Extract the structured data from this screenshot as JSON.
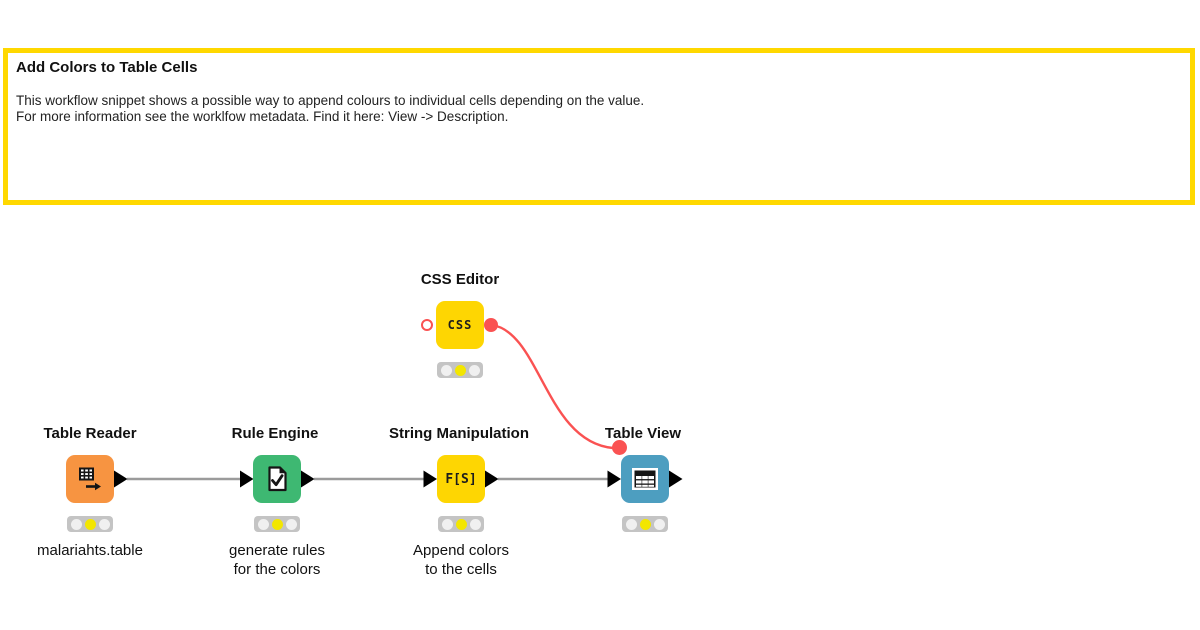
{
  "annotation": {
    "title": "Add Colors to Table Cells",
    "body_line1": "This workflow snippet shows a possible way to append colours to individual cells depending on the value.",
    "body_line2": "For more information see the worklfow metadata. Find it here: View -> Description.",
    "border_color": "#FFD800"
  },
  "nodes": {
    "css_editor": {
      "title": "CSS Editor",
      "icon_text": "CSS",
      "color": "#FED602",
      "state": "configured"
    },
    "table_reader": {
      "title": "Table Reader",
      "color": "#F79441",
      "label": "malariahts.table",
      "state": "configured"
    },
    "rule_engine": {
      "title": "Rule Engine",
      "color": "#3EB872",
      "label_line1": "generate rules",
      "label_line2": "for the colors",
      "state": "configured"
    },
    "string_manipulation": {
      "title": "String Manipulation",
      "icon_text": "F[S]",
      "color": "#FED602",
      "label_line1": "Append colors",
      "label_line2": "to the cells",
      "state": "configured"
    },
    "table_view": {
      "title": "Table View",
      "color": "#4D9EC0",
      "state": "configured"
    }
  },
  "traffic_light": {
    "background": "#C4C4C4",
    "inactive_color": "#F0F0F0",
    "active_color": "#F3E600",
    "active_position": "middle"
  },
  "connections": {
    "data_line_color": "#9B9B9B",
    "data_port_color": "#000000",
    "flow_variable_color": "#FA5252",
    "edges": [
      {
        "from": "Table Reader",
        "to": "Rule Engine",
        "type": "data"
      },
      {
        "from": "Rule Engine",
        "to": "String Manipulation",
        "type": "data"
      },
      {
        "from": "String Manipulation",
        "to": "Table View",
        "type": "data"
      },
      {
        "from": "CSS Editor",
        "to": "Table View",
        "type": "flow-variable"
      }
    ]
  }
}
